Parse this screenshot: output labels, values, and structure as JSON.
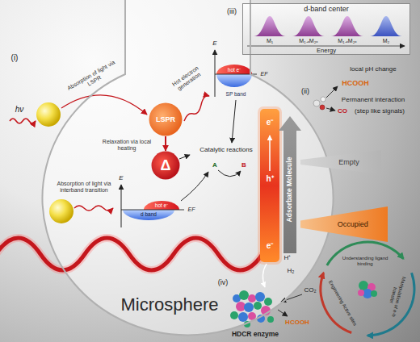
{
  "diagram": {
    "nodes": [
      {
        "text": [
          "Microsphere"
        ]
      },
      {
        "text": [
          "LSPR"
        ],
        "in": 0
      },
      {
        "text": [
          "Δ"
        ],
        "in": 0
      },
      {
        "text": [
          "d-band center"
        ]
      },
      {
        "text": [
          "Empty"
        ]
      },
      {
        "text": [
          "Occupied"
        ]
      }
    ],
    "edges": [
      {
        "from": 1,
        "to": 2,
        "arrow": "to"
      }
    ],
    "labels": [
      "(i)",
      "hν",
      "Absorption of light via LSPR",
      "Hot electron generation",
      "E",
      "hot e⁻",
      "SP band",
      "EF",
      "Relaxation via local heating",
      "Catalytic reactions",
      "A",
      "B",
      "Absorption of light via interband transition",
      "E",
      "hot e⁻",
      "EF",
      "d band",
      "(iii)",
      "M₁",
      "M₁₋ₓM₂ₓ",
      "M₁₋ₓM₂ₓ",
      "M₂",
      "Energy",
      "(ii)",
      "local pH change",
      "HCOOH",
      "Permanent interaction",
      "CO",
      "(step like signals)",
      "Adsorbate Molecule",
      "e⁻",
      "h⁺",
      "e⁻",
      "H⁺",
      "H₂",
      "CO₂",
      "HCOOH",
      "(iv)",
      "HDCR enzyme",
      "Understanding ligand binding",
      "Manipulation of e-h transfer",
      "Engineering Active sites"
    ]
  }
}
